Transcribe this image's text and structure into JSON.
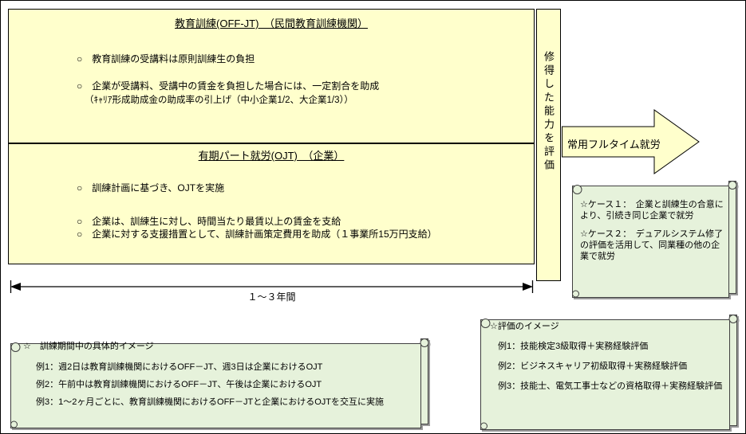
{
  "colors": {
    "box_fill": "#FFFFCC",
    "scroll_fill": "#E6F2DB",
    "border": "#000000",
    "shadow": "#9A9A9A"
  },
  "training_box": {
    "offjt": {
      "title": "教育訓練(OFF-JT)　（民間教育訓練機関）",
      "bullet1": "○　教育訓練の受講料は原則訓練生の負担",
      "bullet2": "○　企業が受講料、受講中の賃金を負担した場合には、一定割合を助成",
      "note": "（ｷｬﾘｱ形成助成金の助成率の引上げ（中小企業1/2、大企業1/3））"
    },
    "ojt": {
      "title": "有期パート就労(OJT)　（企業）",
      "bullet1": "○　訓練計画に基づき、OJTを実施",
      "bullet2": "○　企業は、訓練生に対し、時間当たり最賃以上の賃金を支給",
      "bullet3": "○　企業に対する支援措置として、訓練計画策定費用を助成（１事業所15万円支給）"
    }
  },
  "evaluation_strip": {
    "label": "修得した能力を評価"
  },
  "outcome_arrow": {
    "label": "常用フルタイム就労"
  },
  "duration": {
    "label": "１～３年間"
  },
  "case_scroll": {
    "case1": "☆ケース１：　企業と訓練生の合意により、引続き同じ企業で就労",
    "case2": "☆ケース２：　デュアルシステム修了の評価を活用して、同業種の他の企業で就労"
  },
  "schedule_scroll": {
    "title": "☆　訓練期間中の具体的イメージ",
    "examples": [
      "例1：週2日は教育訓練機関におけるOFF－JT、週3日は企業におけるOJT",
      "例2：午前中は教育訓練機関におけるOFF－JT、午後は企業におけるOJT",
      "例3：1～2ヶ月ごとに、教育訓練機関におけるOFF－JTと企業におけるOJTを交互に実施"
    ]
  },
  "evaluation_scroll": {
    "title": "☆評価のイメージ",
    "examples": [
      "例1：技能検定3級取得＋実務経験評価",
      "例2：ビジネスキャリア初級取得＋実務経験評価",
      "例3：技能士、電気工事士などの資格取得＋実務経験評価"
    ]
  }
}
